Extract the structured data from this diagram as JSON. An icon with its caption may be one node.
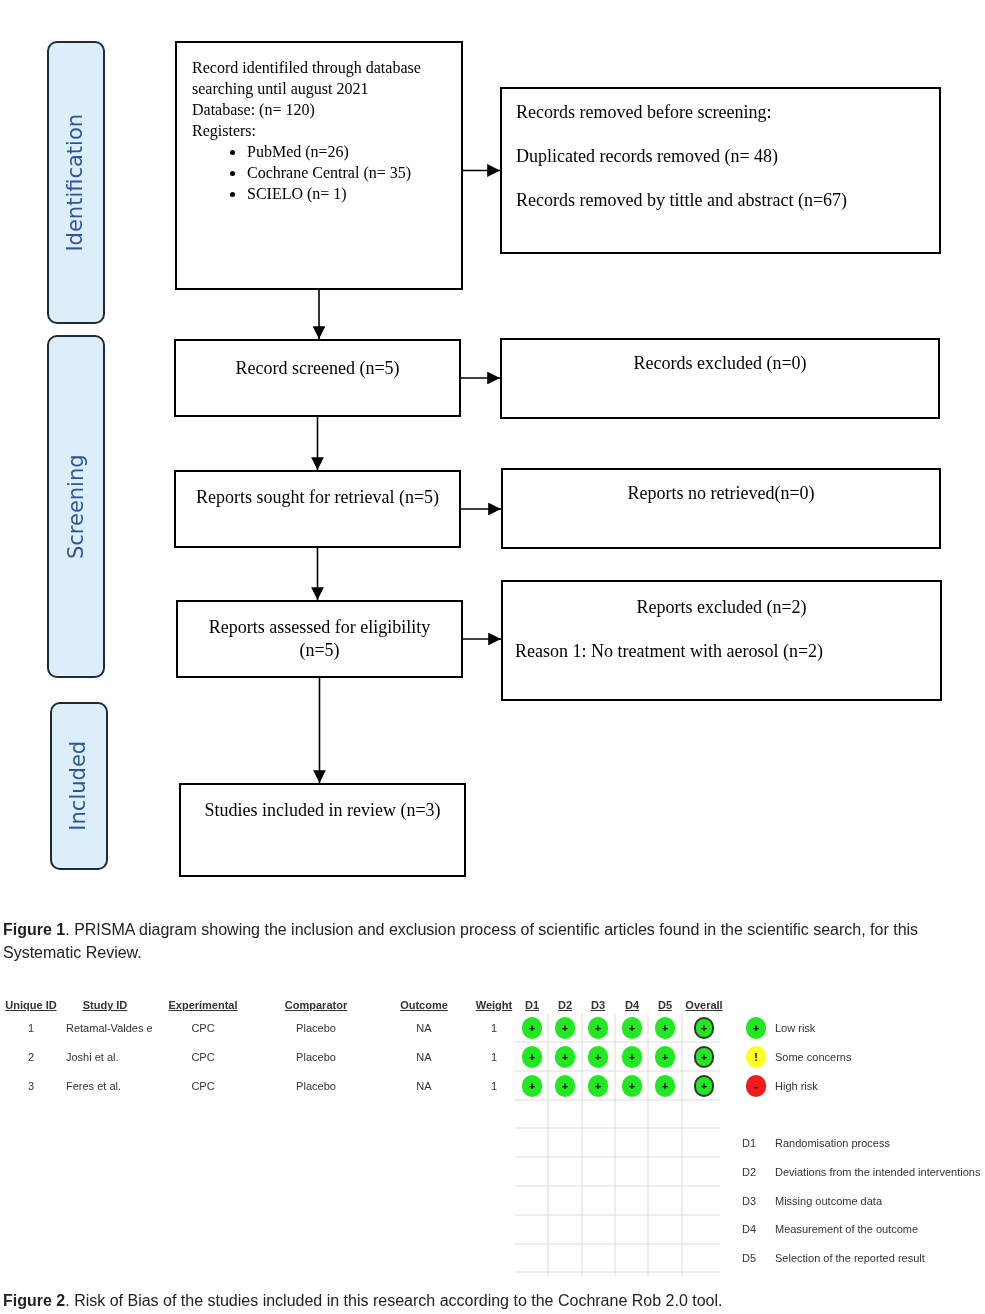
{
  "diagram": {
    "nodes": [
      {
        "text": [
          "Identification"
        ]
      },
      {
        "text": [
          "Screening"
        ]
      },
      {
        "text": [
          "Included"
        ]
      },
      {
        "text": [
          "Record identifiled through database searching until august 2021",
          "Database: (n= 120)",
          "Registers:",
          "PubMed (n=26)",
          "Cochrane Central (n= 35)",
          "SCIELO (n= 1)"
        ]
      },
      {
        "text": [
          "Records removed before screening:",
          "Duplicated records removed (n= 48)",
          "Records removed by tittle and abstract (n=67)"
        ]
      },
      {
        "text": [
          "Record screened (n=5)"
        ]
      },
      {
        "text": [
          "Records excluded (n=0)"
        ]
      },
      {
        "text": [
          "Reports sought for retrieval (n=5)"
        ]
      },
      {
        "text": [
          "Reports no retrieved(n=0)"
        ]
      },
      {
        "text": [
          "Reports assessed for eligibility (n=5)"
        ]
      },
      {
        "text": [
          "Reports excluded (n=2)",
          "Reason 1: No treatment with aerosol (n=2)"
        ]
      },
      {
        "text": [
          "Studies included in review (n=3)"
        ]
      }
    ],
    "edges": [
      {
        "from": 3,
        "to": 4,
        "arrow": "to"
      },
      {
        "from": 3,
        "to": 5,
        "arrow": "to"
      },
      {
        "from": 5,
        "to": 6,
        "arrow": "to"
      },
      {
        "from": 5,
        "to": 7,
        "arrow": "to"
      },
      {
        "from": 7,
        "to": 8,
        "arrow": "to"
      },
      {
        "from": 7,
        "to": 9,
        "arrow": "to"
      },
      {
        "from": 9,
        "to": 10,
        "arrow": "to"
      },
      {
        "from": 9,
        "to": 11,
        "arrow": "to"
      }
    ],
    "labels": [
      "**Figure 1**. PRISMA diagram showing the inclusion and exclusion process of scientific articles found in the scientific search, for this Systematic Review.",
      "Unique ID",
      "Study ID",
      "Experimental",
      "Comparator",
      "Outcome",
      "Weight",
      "D1",
      "D2",
      "D3",
      "D4",
      "D5",
      "Overall",
      "1",
      "Retamal-Valdes e",
      "CPC",
      "Placebo",
      "NA",
      "1",
      "+",
      "+",
      "+",
      "+",
      "+",
      "+",
      "2",
      "Joshi et al.",
      "CPC",
      "Placebo",
      "NA",
      "1",
      "+",
      "+",
      "+",
      "+",
      "+",
      "+",
      "3",
      "Feres et al.",
      "CPC",
      "Placebo",
      "NA",
      "1",
      "+",
      "+",
      "+",
      "+",
      "+",
      "+",
      "+",
      "!",
      "-",
      "D1",
      "Randomisation process",
      "D2",
      "Deviations from the intended interventions",
      "D3",
      "Missing outcome data",
      "D4",
      "Measurement of the outcome",
      "D5",
      "Selection of the reported result"
    ],
    "legend": [
      {
        "text": "Low risk",
        "color": "#22e822"
      },
      {
        "text": "Some concerns",
        "color": "#ffff22"
      },
      {
        "text": "High risk",
        "color": "#ee1c1c"
      }
    ],
    "caption": "**Figure 2**. Risk of Bias of the studies included in this research according to the Cochrane Rob 2.0 tool."
  }
}
